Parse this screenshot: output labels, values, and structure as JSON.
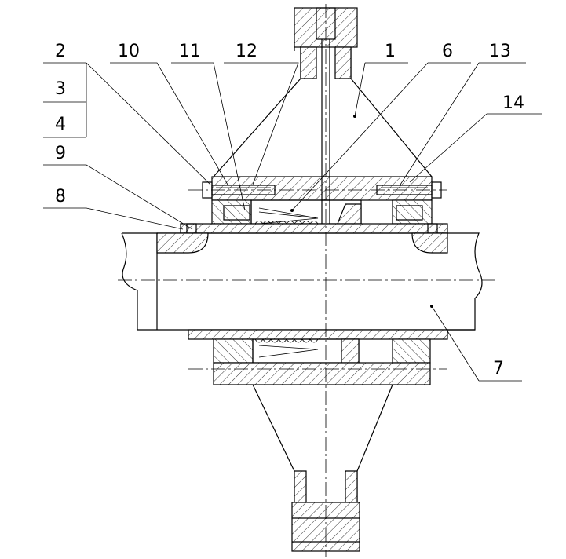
{
  "drawing": {
    "part_labels": {
      "p1": "1",
      "p2": "2",
      "p3": "3",
      "p4": "4",
      "p6": "6",
      "p7": "7",
      "p8": "8",
      "p9": "9",
      "p10": "10",
      "p11": "11",
      "p12": "12",
      "p13": "13",
      "p14": "14"
    }
  }
}
